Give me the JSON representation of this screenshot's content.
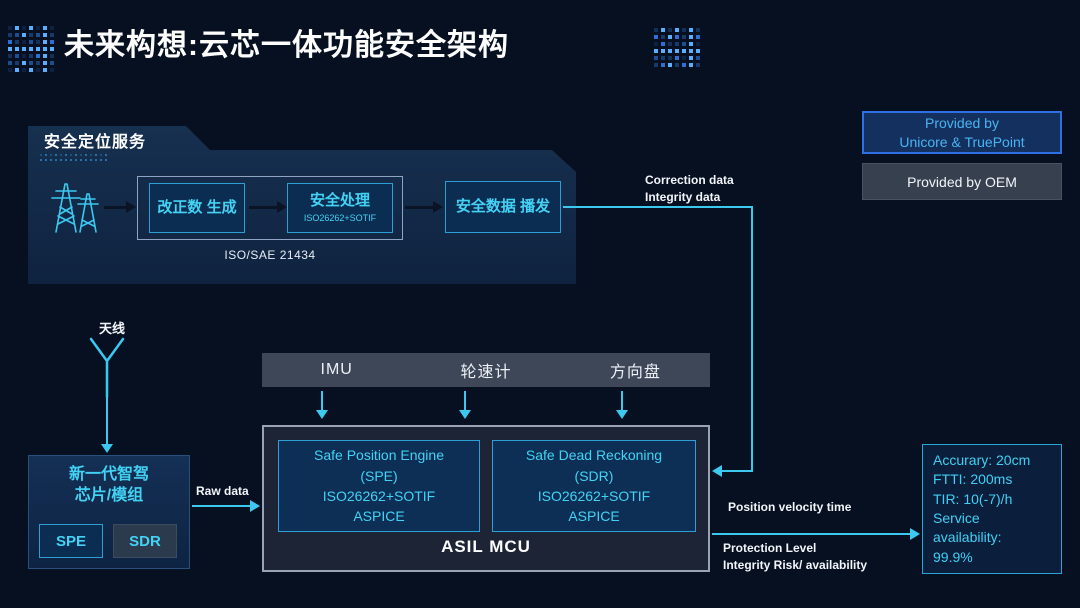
{
  "title": "未来构想:云芯一体功能安全架构",
  "colors": {
    "background": "#071020",
    "accent_cyan": "#3cc9f0",
    "panel_blue": "#14305a",
    "legend_border_blue": "#2f6fe4",
    "gray_bar": "#3d4758"
  },
  "legend": {
    "unicore": [
      "Provided by",
      "Unicore & TruePoint"
    ],
    "oem": "Provided by OEM"
  },
  "service_panel": {
    "title": "安全定位服务",
    "correction_gen": [
      "改正数",
      "生成"
    ],
    "safe_processing": "安全处理",
    "safe_processing_sub": "ISO26262+SOTIF",
    "broadcast": [
      "安全数据",
      "播发"
    ],
    "footer": "ISO/SAE 21434"
  },
  "antenna_label": "天线",
  "chip_module": {
    "title": [
      "新一代智驾",
      "芯片/模组"
    ],
    "spe": "SPE",
    "sdr": "SDR"
  },
  "sensors": [
    "IMU",
    "轮速计",
    "方向盘"
  ],
  "mcu": {
    "label": "ASIL MCU",
    "spe_lines": [
      "Safe Position Engine",
      "(SPE)",
      "ISO26262+SOTIF",
      "ASPICE"
    ],
    "sdr_lines": [
      "Safe Dead Reckoning",
      "(SDR)",
      "ISO26262+SOTIF",
      "ASPICE"
    ]
  },
  "flows": {
    "correction": [
      "Correction data",
      "Integrity data"
    ],
    "raw": "Raw data",
    "pvt": "Position velocity time",
    "protection": [
      "Protection Level",
      "Integrity Risk/ availability"
    ]
  },
  "results": [
    "Accurary: 20cm",
    "FTTI: 200ms",
    "TIR: 10(-7)/h",
    "Service",
    "availability:",
    "99.9%"
  ]
}
